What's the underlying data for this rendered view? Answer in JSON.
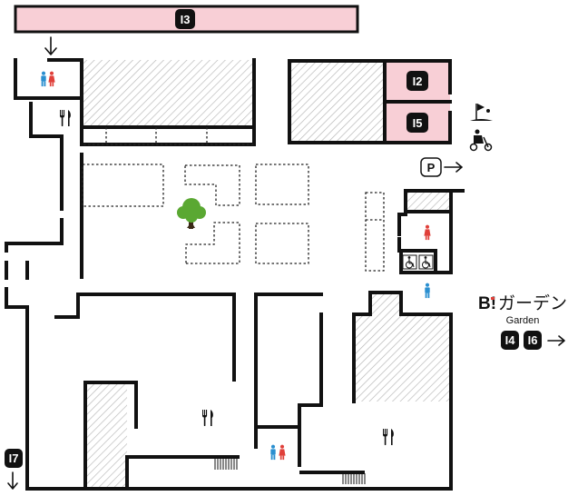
{
  "labels": {
    "i3": "I3",
    "i2": "I2",
    "i5": "I5",
    "i4": "I4",
    "i6": "I6",
    "i7": "I7",
    "parking": "P"
  },
  "garden": {
    "logo": "B!",
    "name": "ガーデン",
    "sub": "Garden"
  },
  "colors": {
    "pink": "#f8cfd6",
    "wall": "#111111",
    "hatch": "#b5b5b5",
    "male": "#2a8fd0",
    "female": "#e0403a",
    "tree": "#5aa832"
  },
  "icons": [
    "restroom-icon",
    "restaurant-icon",
    "golf-icon",
    "scooter-icon",
    "wheelchair-icon",
    "tree-icon"
  ]
}
